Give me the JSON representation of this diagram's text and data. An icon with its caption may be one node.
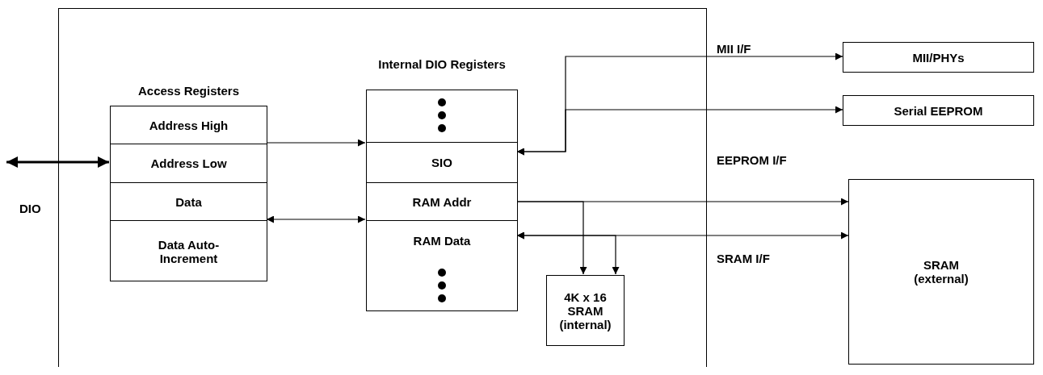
{
  "diagram": {
    "nodes": [
      {
        "text": [],
        "shape": "box"
      },
      {
        "text": [
          "Access Registers"
        ],
        "in": 0
      },
      {
        "text": [
          "Address High"
        ],
        "in": 1
      },
      {
        "text": [
          "Address Low"
        ],
        "in": 1
      },
      {
        "text": [
          "Data"
        ],
        "in": 1
      },
      {
        "text": [
          "Data Auto-Increment"
        ],
        "in": 1
      },
      {
        "text": [
          "Internal DIO Registers"
        ],
        "in": 0
      },
      {
        "text": [
          "SIO"
        ],
        "in": 6
      },
      {
        "text": [
          "RAM Addr"
        ],
        "in": 6
      },
      {
        "text": [
          "RAM Data"
        ],
        "in": 6
      },
      {
        "text": [
          "4K x 16 SRAM (internal)"
        ],
        "in": 0
      },
      {
        "text": [
          "MII/PHYs"
        ]
      },
      {
        "text": [
          "Serial EEPROM"
        ]
      },
      {
        "text": [
          "SRAM (external)"
        ]
      }
    ],
    "edges": [
      {
        "from": null,
        "to": 3,
        "arrow": "both"
      },
      {
        "from": 1,
        "to": 6,
        "arrow": "to"
      },
      {
        "from": 1,
        "to": 6,
        "arrow": "both"
      },
      {
        "from": 7,
        "to": 11,
        "arrow": "both",
        "label": "MII I/F"
      },
      {
        "from": 7,
        "to": 12,
        "arrow": "both",
        "label": "EEPROM I/F"
      },
      {
        "from": 8,
        "to": 13,
        "arrow": "to"
      },
      {
        "from": 8,
        "to": 10,
        "arrow": "to"
      },
      {
        "from": 9,
        "to": 10,
        "arrow": "both"
      },
      {
        "from": 9,
        "to": 13,
        "arrow": "both",
        "label": "SRAM I/F"
      }
    ],
    "labels": [
      "DIO"
    ]
  }
}
